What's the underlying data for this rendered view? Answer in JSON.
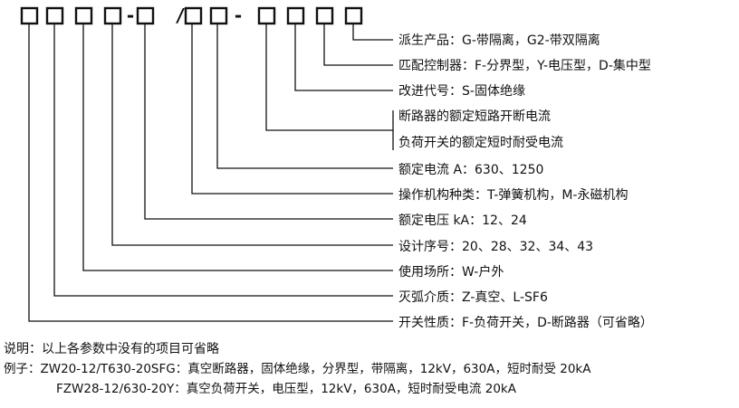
{
  "model_code": {
    "separators": [
      "-",
      "/",
      "-"
    ]
  },
  "legend": [
    {
      "text": "派生产品：G-带隔离，G2-带双隔离"
    },
    {
      "text": "匹配控制器：F-分界型，Y-电压型，D-集中型"
    },
    {
      "text": "改进代号：S-固体绝缘"
    },
    {
      "text": "断路器的额定短路开断电流"
    },
    {
      "text": "负荷开关的额定短时耐受电流"
    },
    {
      "text": "额定电流 A：630、1250"
    },
    {
      "text": "操作机构种类：T-弹簧机构，M-永磁机构"
    },
    {
      "text": "额定电压 kA：12、24"
    },
    {
      "text": "设计序号：20、28、32、34、43"
    },
    {
      "text": "使用场所：W-户外"
    },
    {
      "text": "灭弧介质：Z-真空、L-SF6"
    },
    {
      "text": "开关性质：F-负荷开关，D-断路器（可省略）"
    }
  ],
  "notes": {
    "explain": "说明：以上各参数中没有的项目可省略",
    "example_1": "例子：ZW20-12/T630-20SFG：真空断路器，固体绝缘，分界型，带隔离，12kV，630A，短时耐受 20kA",
    "example_2": "FZW28-12/630-20Y：真空负荷开关，电压型，12kV，630A，短时耐受电流 20kA"
  }
}
